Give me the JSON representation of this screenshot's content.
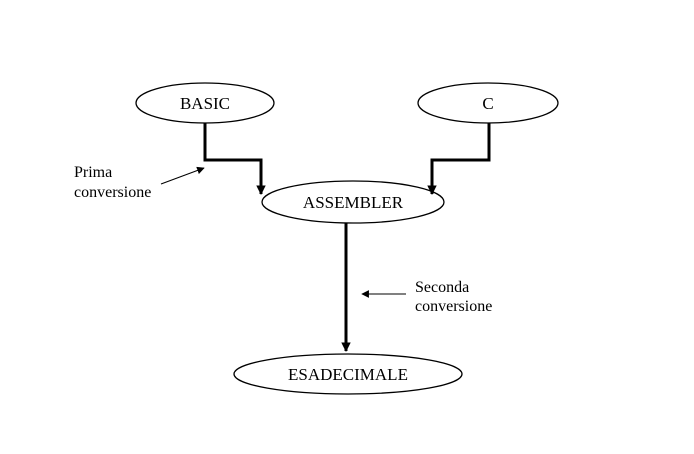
{
  "diagram": {
    "nodes": {
      "basic": "BASIC",
      "c": "C",
      "assembler": "ASSEMBLER",
      "esadecimale": "ESADECIMALE"
    },
    "annotations": {
      "first": {
        "line1": "Prima",
        "line2": "conversione"
      },
      "second": {
        "line1": "Seconda",
        "line2": "conversione"
      }
    },
    "colors": {
      "stroke": "#000000",
      "background": "#ffffff"
    }
  }
}
